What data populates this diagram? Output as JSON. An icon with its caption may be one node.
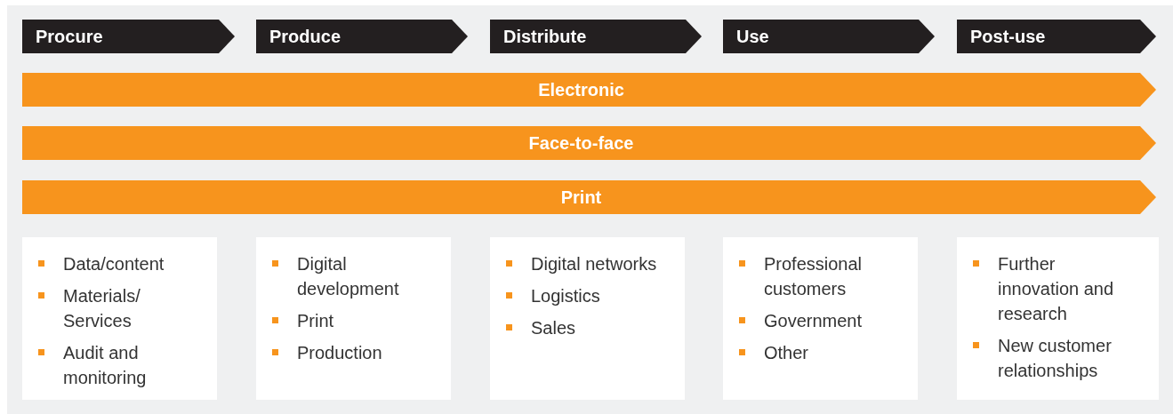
{
  "diagram": {
    "nodes": [
      {
        "text": [
          "Procure"
        ]
      },
      {
        "text": [
          "Produce"
        ]
      },
      {
        "text": [
          "Distribute"
        ]
      },
      {
        "text": [
          "Use"
        ]
      },
      {
        "text": [
          "Post-use"
        ]
      },
      {
        "text": [
          "Electronic"
        ]
      },
      {
        "text": [
          "Face-to-face"
        ]
      },
      {
        "text": [
          "Print"
        ]
      },
      {
        "text": [
          "Data/content",
          "Materials/ Services",
          "Audit and monitoring"
        ]
      },
      {
        "text": [
          "Digital development",
          "Print",
          "Production"
        ]
      },
      {
        "text": [
          "Digital networks",
          "Logistics",
          "Sales"
        ]
      },
      {
        "text": [
          "Professional customers",
          "Government",
          "Other"
        ]
      },
      {
        "text": [
          "Further innovation and research",
          "New customer relationships"
        ]
      }
    ]
  }
}
